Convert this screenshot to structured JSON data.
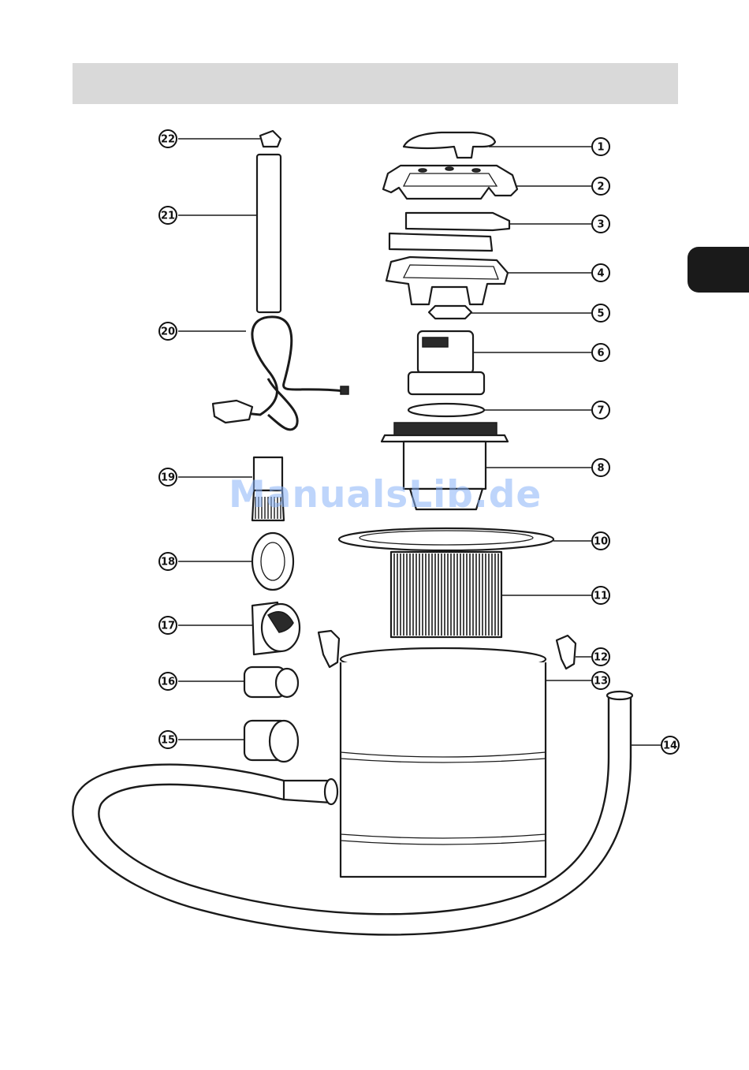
{
  "watermark": "ManualsLib.de",
  "labels": [
    {
      "id": "22",
      "text": "22"
    },
    {
      "id": "21",
      "text": "21"
    },
    {
      "id": "20",
      "text": "20"
    },
    {
      "id": "19",
      "text": "19"
    },
    {
      "id": "18",
      "text": "18"
    },
    {
      "id": "17",
      "text": "17"
    },
    {
      "id": "16",
      "text": "16"
    },
    {
      "id": "15",
      "text": "15"
    },
    {
      "id": "1",
      "text": "1"
    },
    {
      "id": "2",
      "text": "2"
    },
    {
      "id": "3",
      "text": "3"
    },
    {
      "id": "4",
      "text": "4"
    },
    {
      "id": "5",
      "text": "5"
    },
    {
      "id": "6",
      "text": "6"
    },
    {
      "id": "7",
      "text": "7"
    },
    {
      "id": "8",
      "text": "8"
    },
    {
      "id": "10",
      "text": "10"
    },
    {
      "id": "11",
      "text": "11"
    },
    {
      "id": "12",
      "text": "12"
    },
    {
      "id": "13",
      "text": "13"
    },
    {
      "id": "14",
      "text": "14"
    }
  ],
  "colors": {
    "header_band": "#d9d9d9",
    "side_tab": "#1a1a1a",
    "watermark": "#8ab4f8"
  }
}
